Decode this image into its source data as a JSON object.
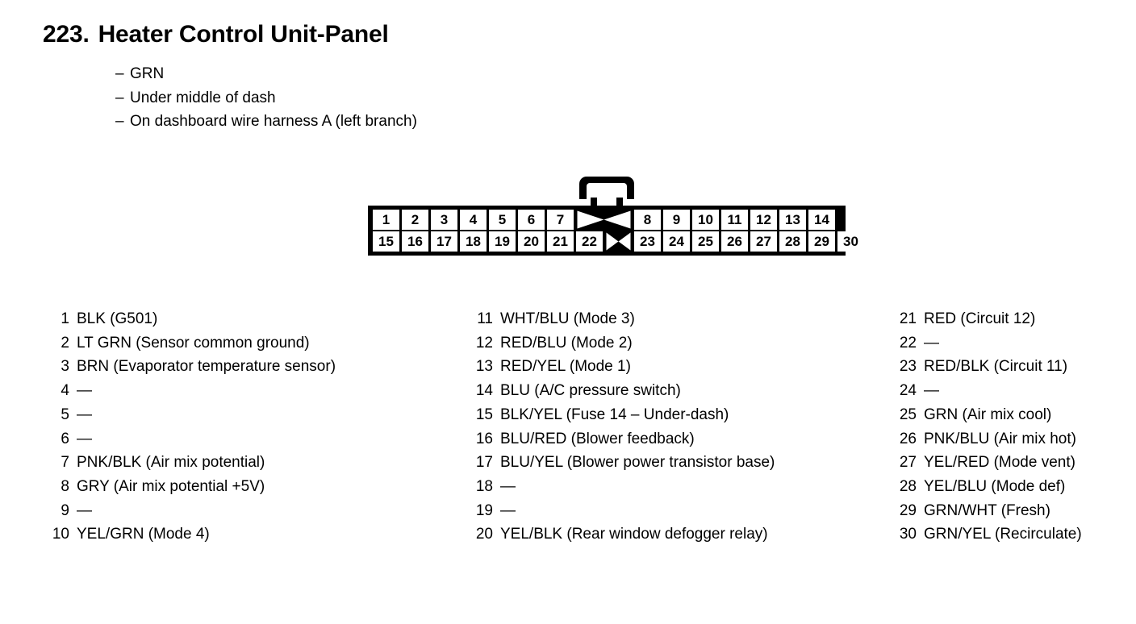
{
  "header": {
    "number": "223.",
    "title": "Heater Control Unit-Panel",
    "notes": [
      "GRN",
      "Under middle of dash",
      "On dashboard wire harness A (left branch)"
    ],
    "note_bullet": "–"
  },
  "connector": {
    "name": "30-pin connector",
    "top_row": [
      "1",
      "2",
      "3",
      "4",
      "5",
      "6",
      "7",
      "BLANK2",
      "8",
      "9",
      "10",
      "11",
      "12",
      "13",
      "14"
    ],
    "bottom_row": [
      "15",
      "16",
      "17",
      "18",
      "19",
      "20",
      "21",
      "22",
      "BLANK1",
      "23",
      "24",
      "25",
      "26",
      "27",
      "28",
      "29",
      "30"
    ],
    "blank_marker": "X",
    "body_color": "#000000",
    "cell_color": "#ffffff"
  },
  "pin_list": {
    "unused_marker": "—",
    "columns": [
      {
        "entries": [
          {
            "no": "1",
            "desc": "BLK (G501)"
          },
          {
            "no": "2",
            "desc": "LT GRN (Sensor common ground)"
          },
          {
            "no": "3",
            "desc": "BRN (Evaporator temperature sensor)"
          },
          {
            "no": "4",
            "desc": "—"
          },
          {
            "no": "5",
            "desc": "—"
          },
          {
            "no": "6",
            "desc": "—"
          },
          {
            "no": "7",
            "desc": "PNK/BLK (Air mix potential)"
          },
          {
            "no": "8",
            "desc": "GRY (Air mix potential +5V)"
          },
          {
            "no": "9",
            "desc": "—"
          },
          {
            "no": "10",
            "desc": "YEL/GRN (Mode 4)"
          }
        ]
      },
      {
        "entries": [
          {
            "no": "11",
            "desc": "WHT/BLU (Mode 3)"
          },
          {
            "no": "12",
            "desc": "RED/BLU (Mode 2)"
          },
          {
            "no": "13",
            "desc": "RED/YEL (Mode 1)"
          },
          {
            "no": "14",
            "desc": "BLU (A/C pressure switch)"
          },
          {
            "no": "15",
            "desc": "BLK/YEL (Fuse 14 – Under-dash)"
          },
          {
            "no": "16",
            "desc": "BLU/RED (Blower feedback)"
          },
          {
            "no": "17",
            "desc": "BLU/YEL (Blower power transistor base)"
          },
          {
            "no": "18",
            "desc": "—"
          },
          {
            "no": "19",
            "desc": "—"
          },
          {
            "no": "20",
            "desc": "YEL/BLK (Rear window defogger relay)"
          }
        ]
      },
      {
        "entries": [
          {
            "no": "21",
            "desc": "RED (Circuit 12)"
          },
          {
            "no": "22",
            "desc": "—"
          },
          {
            "no": "23",
            "desc": "RED/BLK (Circuit 11)"
          },
          {
            "no": "24",
            "desc": "—"
          },
          {
            "no": "25",
            "desc": "GRN (Air mix cool)"
          },
          {
            "no": "26",
            "desc": "PNK/BLU (Air mix hot)"
          },
          {
            "no": "27",
            "desc": "YEL/RED (Mode vent)"
          },
          {
            "no": "28",
            "desc": "YEL/BLU (Mode def)"
          },
          {
            "no": "29",
            "desc": "GRN/WHT (Fresh)"
          },
          {
            "no": "30",
            "desc": "GRN/YEL (Recirculate)"
          }
        ]
      }
    ]
  }
}
